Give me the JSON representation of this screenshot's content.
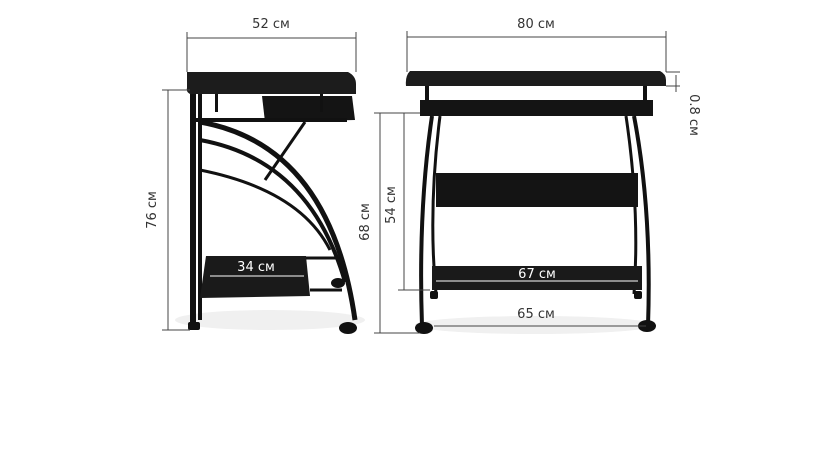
{
  "colors": {
    "background": "#ffffff",
    "furniture": "#111111",
    "glass": "#1c1c1c",
    "dimension_line": "#444444",
    "label_text": "#333333",
    "label_on_dark": "#ffffff"
  },
  "side_view": {
    "top_width_label": "52 см",
    "total_height_label": "76 см",
    "bottom_shelf_label": "34 см"
  },
  "front_view": {
    "top_width_label": "80 см",
    "glass_thickness_label": "0.8 см",
    "underside_height_label": "68 см",
    "keyboard_shelf_height_label": "54 см",
    "bottom_shelf_label": "67 см",
    "leg_span_label": "65 см"
  }
}
